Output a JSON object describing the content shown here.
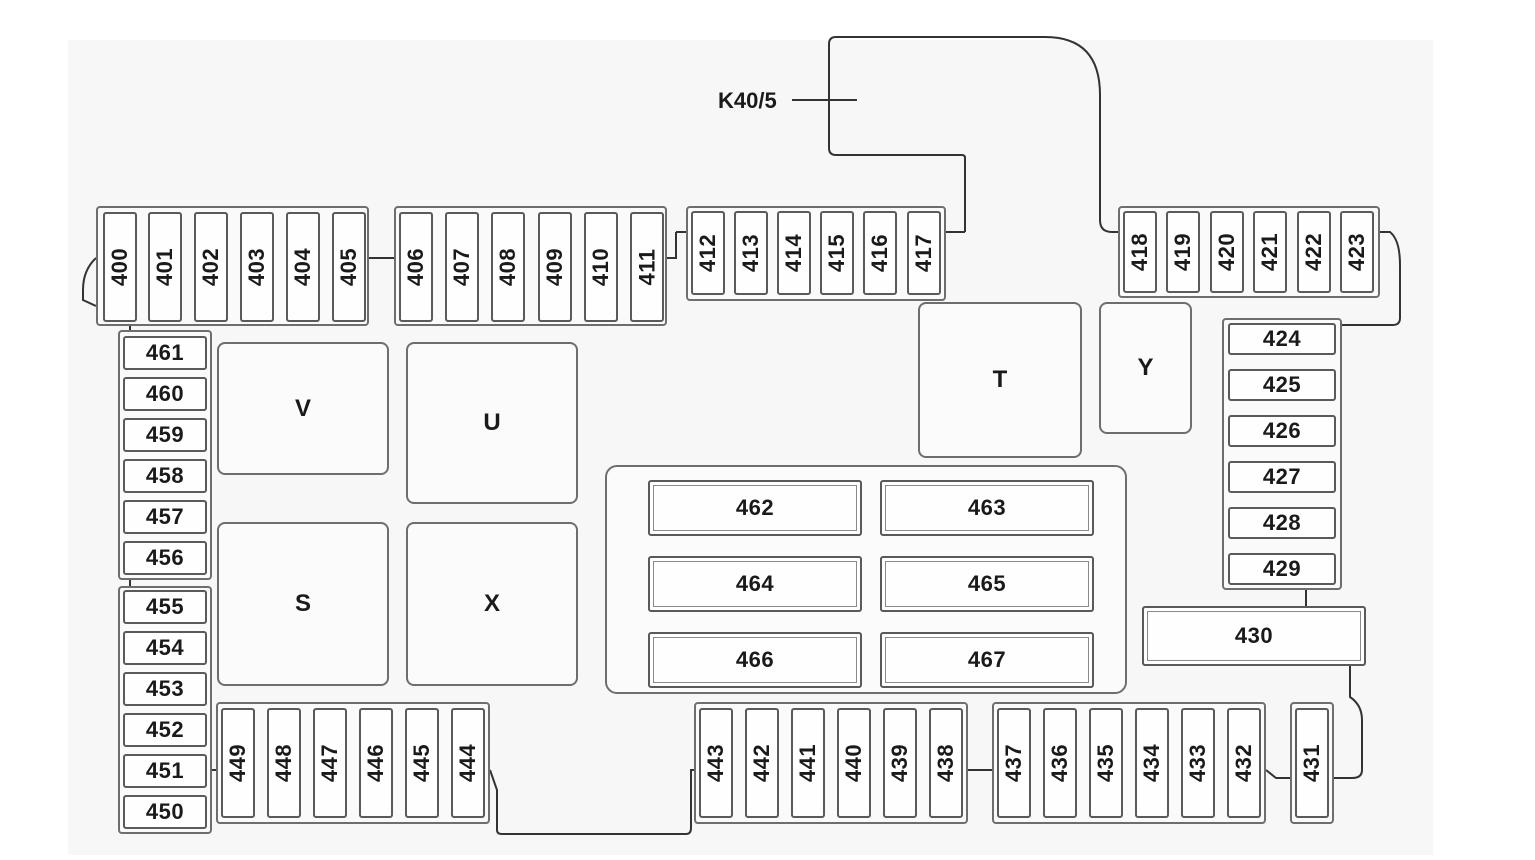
{
  "label_k40": "K40/5",
  "fuses_v": [
    "400",
    "401",
    "402",
    "403",
    "404",
    "405",
    "406",
    "407",
    "408",
    "409",
    "410",
    "411",
    "412",
    "413",
    "414",
    "415",
    "416",
    "417",
    "418",
    "419",
    "420",
    "421",
    "422",
    "423",
    "449",
    "448",
    "447",
    "446",
    "445",
    "444",
    "443",
    "442",
    "441",
    "440",
    "439",
    "438",
    "437",
    "436",
    "435",
    "434",
    "433",
    "432",
    "431"
  ],
  "fuses_left": [
    "461",
    "460",
    "459",
    "458",
    "457",
    "456",
    "455",
    "454",
    "453",
    "452",
    "451",
    "450"
  ],
  "fuses_right": [
    "424",
    "425",
    "426",
    "427",
    "428",
    "429"
  ],
  "fuse_430": "430",
  "center_fuses": [
    "462",
    "463",
    "464",
    "465",
    "466",
    "467"
  ],
  "relays": {
    "V": "V",
    "U": "U",
    "S": "S",
    "X": "X",
    "T": "T",
    "Y": "Y"
  }
}
